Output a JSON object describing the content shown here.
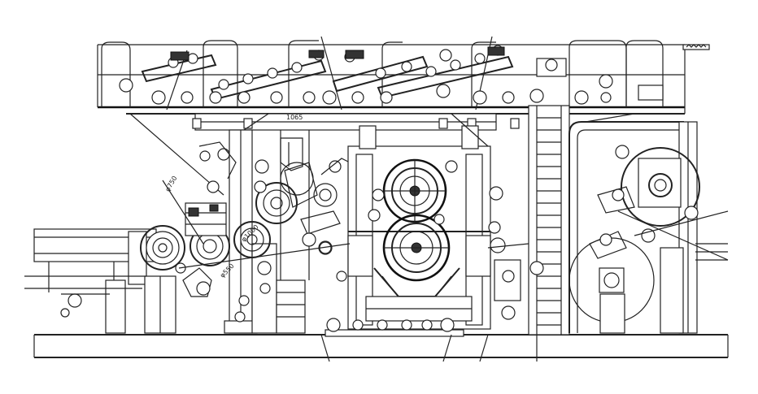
{
  "drawing": {
    "subject": "machine-elevation",
    "line_color": "#222222",
    "background": "#ffffff"
  },
  "dimensions": {
    "d750": "φ750",
    "d1000": "φ1000",
    "d550": "φ550",
    "d1065": "1065"
  }
}
